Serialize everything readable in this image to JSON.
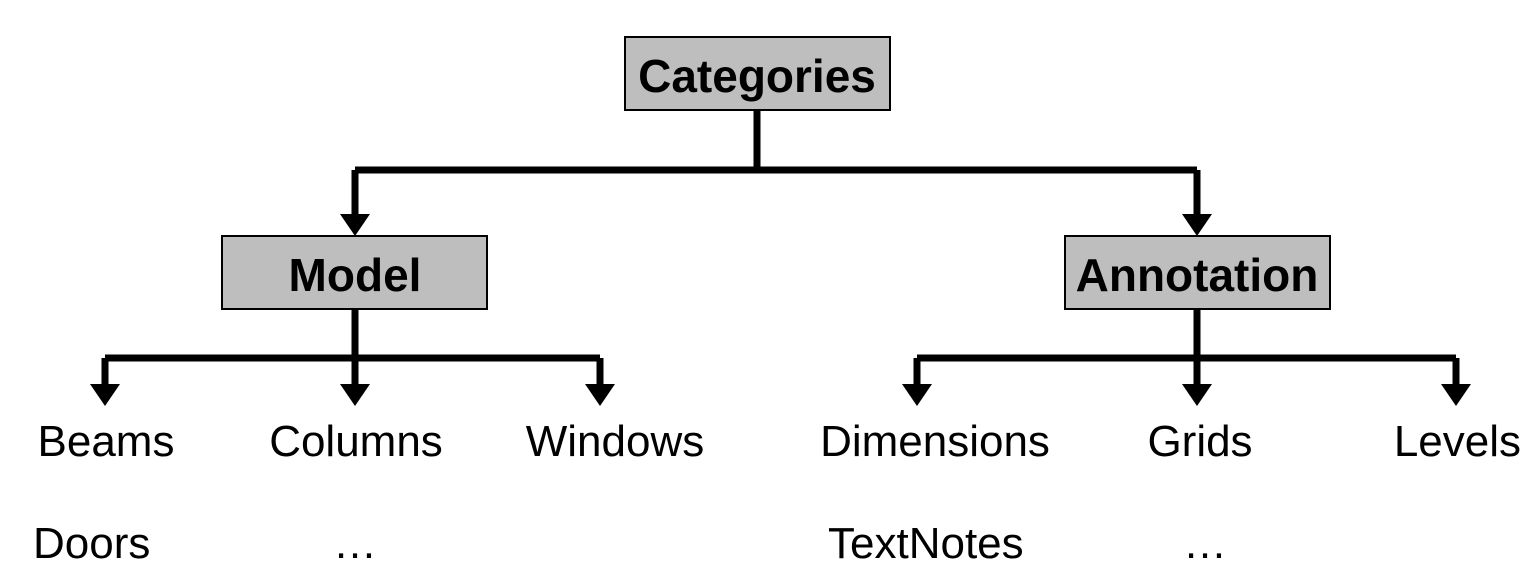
{
  "diagram": {
    "title": "Categories",
    "type": "tree-hierarchy",
    "background_color": "#ffffff",
    "box_fill_color": "#bebebe",
    "box_border_color": "#000000",
    "line_color": "#000000",
    "text_color": "#000000"
  },
  "root": {
    "label": "Categories"
  },
  "branches": [
    {
      "label": "Model",
      "leaves": [
        {
          "label": "Beams"
        },
        {
          "label": "Columns"
        },
        {
          "label": "Windows"
        }
      ],
      "second_row": [
        {
          "label": "Doors"
        },
        {
          "label": "…"
        }
      ]
    },
    {
      "label": "Annotation",
      "leaves": [
        {
          "label": "Dimensions"
        },
        {
          "label": "Grids"
        },
        {
          "label": "Levels"
        }
      ],
      "second_row": [
        {
          "label": "TextNotes"
        },
        {
          "label": "…"
        }
      ]
    }
  ]
}
